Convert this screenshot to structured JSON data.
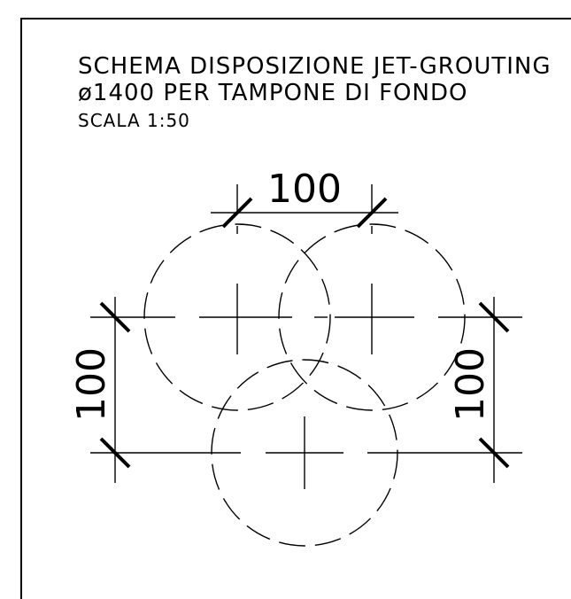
{
  "title": {
    "line1": "SCHEMA DISPOSIZIONE JET-GROUTING",
    "line2": "ø1400 PER TAMPONE DI FONDO",
    "scale": "SCALA 1:50"
  },
  "dimensions": {
    "top": "100",
    "left": "100",
    "right": "100"
  }
}
